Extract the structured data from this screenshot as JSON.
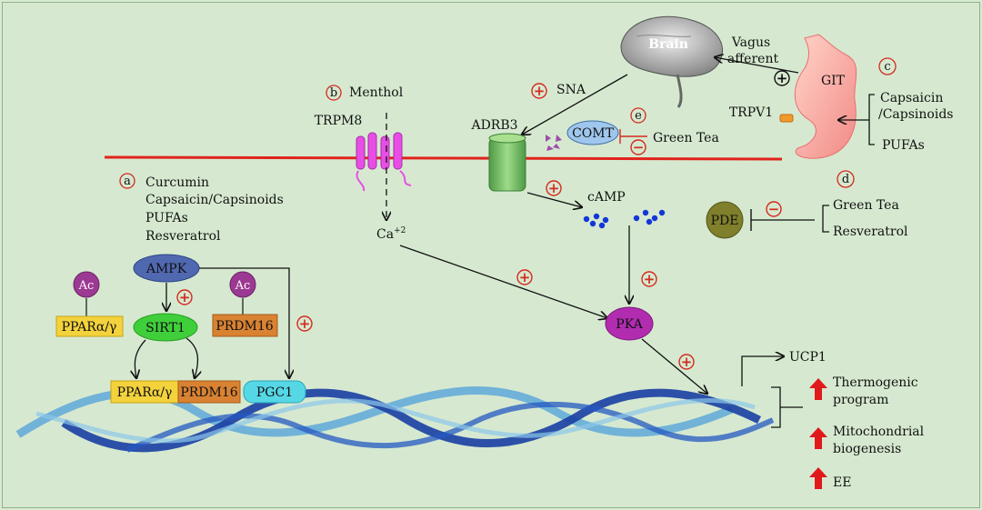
{
  "labels": {
    "brain": "Brain",
    "vagus_line1": "Vagus",
    "vagus_line2": "afferent",
    "git": "GIT",
    "sna": "SNA",
    "menthol": "Menthol",
    "trpm8": "TRPM8",
    "adrb3": "ADRB3",
    "comt": "COMT",
    "green_tea_e": "Green Tea",
    "trpv1": "TRPV1",
    "c_items": [
      "Capsaicin",
      "/Capsinoids",
      "PUFAs"
    ],
    "a_items": [
      "Curcumin",
      "Capsaicin/Capsinoids",
      "PUFAs",
      "Resveratrol"
    ],
    "camp": "cAMP",
    "ca": "Ca",
    "ca_sup": "+2",
    "pde": "PDE",
    "d_items": [
      "Green Tea",
      "Resveratrol"
    ],
    "ampk": "AMPK",
    "ac": "Ac",
    "ppar": "PPARα/γ",
    "sirt1": "SIRT1",
    "prdm16": "PRDM16",
    "pgc1": "PGC1",
    "pka": "PKA",
    "ucp1": "UCP1",
    "thermo_line1": "Thermogenic",
    "thermo_line2": "program",
    "mito_line1": "Mitochondrial",
    "mito_line2": "biogenesis",
    "ee": "EE"
  },
  "panel_letters": {
    "a": "a",
    "b": "b",
    "c": "c",
    "d": "d",
    "e": "e"
  },
  "signs": {
    "plus": "+",
    "minus": "−"
  },
  "colors": {
    "background": "#d6e9d0",
    "membrane": "#e0231c",
    "sign_red": "#d42a1f",
    "ampk": "#4f68b0",
    "sirt1": "#3fcf3a",
    "ppar_box": "#f3d23c",
    "prdm16_box": "#d98232",
    "pgc1_box": "#56d7e6",
    "pka": "#b22cb0",
    "pde": "#7f7f2c",
    "comt": "#9fc6ec",
    "ac_node": "#9c3a93",
    "trpm8": "#e84ee6",
    "adrb3": "#69b95a",
    "camp_dots": "#1236d8",
    "up_arrow": "#e0191b",
    "dna_dark": "#1a3fa3",
    "dna_light": "#5fa8d9"
  }
}
